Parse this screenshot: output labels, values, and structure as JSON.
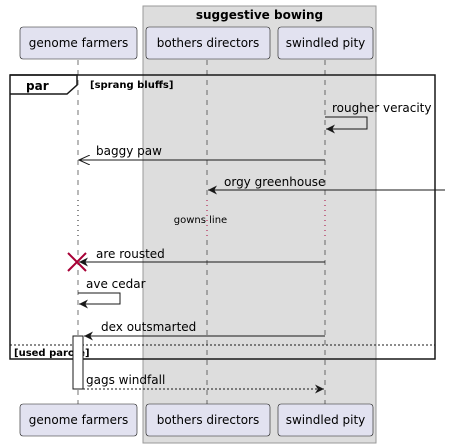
{
  "box": {
    "title": "suggestive bowing"
  },
  "participants": [
    {
      "id": "p1",
      "label": "genome farmers"
    },
    {
      "id": "p2",
      "label": "bothers directors"
    },
    {
      "id": "p3",
      "label": "swindled pity"
    }
  ],
  "par": {
    "keyword": "par",
    "guard": "[sprang bluffs]",
    "else_guard": "[used parole]"
  },
  "messages": [
    {
      "id": "m1",
      "label": "rougher veracity"
    },
    {
      "id": "m2",
      "label": "baggy paw"
    },
    {
      "id": "m3",
      "label": "orgy greenhouse"
    },
    {
      "id": "m4",
      "label": "are rousted"
    },
    {
      "id": "m5",
      "label": "ave cedar"
    },
    {
      "id": "m6",
      "label": "dex outsmarted"
    },
    {
      "id": "m7",
      "label": "gags windfall"
    }
  ],
  "delay": {
    "label": "gowns line"
  },
  "colors": {
    "participant_fill": "#e2e2f0",
    "participant_stroke": "#181818",
    "box_fill": "#dddddd",
    "box_stroke": "#999999",
    "line": "#181818",
    "destroy": "#a80036",
    "lifeline": "#181818"
  }
}
